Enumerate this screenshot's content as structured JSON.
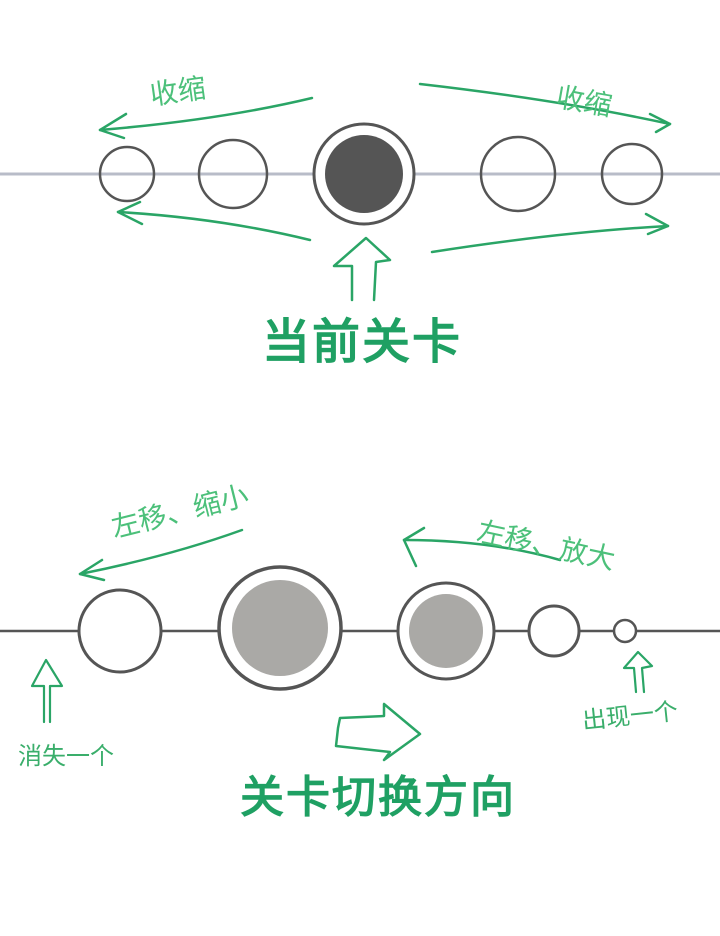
{
  "top_section": {
    "label_shrink_left": "收缩",
    "label_shrink_right": "收缩",
    "title": "当前关卡",
    "colors": {
      "track": "#b8bcc8",
      "arrow": "#2aa566",
      "ring": "#555555",
      "current_fill": "#555555"
    }
  },
  "bottom_section": {
    "label_move_left_shrink": "左移、缩小",
    "label_move_left_enlarge": "左移、放大",
    "label_disappear": "消失一个",
    "label_appear": "出现一个",
    "title": "关卡切换方向",
    "colors": {
      "track": "#555555",
      "arrow": "#2aa566",
      "ring": "#555555",
      "fill": "#aaa9a6"
    }
  }
}
